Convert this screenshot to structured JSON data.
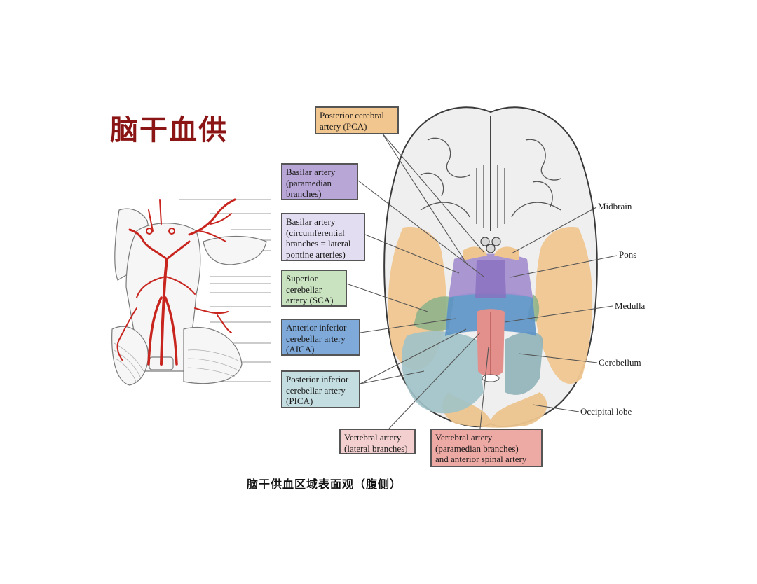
{
  "slide": {
    "title": "脑干血供",
    "caption": "脑干供血区域表面观（腹侧）"
  },
  "colors": {
    "title": "#8b1414",
    "pca": "#f2c68f",
    "basilar_paramedian": "#b8a6d6",
    "basilar_circumferential": "#e2ddf0",
    "sca": "#c9e2c0",
    "aica": "#7fa9d9",
    "pica": "#c4dde0",
    "vertebral_lateral": "#f4cfcf",
    "vertebral_paramedian": "#eda9a4"
  },
  "artery_labels": [
    {
      "id": "pca",
      "lines": [
        "Posterior cerebral",
        "artery (PCA)"
      ]
    },
    {
      "id": "basilar-paramedian",
      "lines": [
        "Basilar artery",
        "(paramedian",
        "branches)"
      ]
    },
    {
      "id": "basilar-circumferential",
      "lines": [
        "Basilar artery",
        "(circumferential",
        "branches = lateral",
        "pontine arteries)"
      ]
    },
    {
      "id": "sca",
      "lines": [
        "Superior",
        "cerebellar",
        "artery (SCA)"
      ]
    },
    {
      "id": "aica",
      "lines": [
        "Anterior inferior",
        "cerebellar artery",
        "(AICA)"
      ]
    },
    {
      "id": "pica",
      "lines": [
        "Posterior inferior",
        "cerebellar artery",
        "(PICA)"
      ]
    },
    {
      "id": "vertebral-lateral",
      "lines": [
        "Vertebral artery",
        "(lateral branches)"
      ]
    },
    {
      "id": "vertebral-paramedian",
      "lines": [
        "Vertebral artery",
        "(paramedian branches)",
        "and anterior spinal artery"
      ]
    }
  ],
  "structure_labels": {
    "midbrain": "Midbrain",
    "pons": "Pons",
    "medulla": "Medulla",
    "cerebellum": "Cerebellum",
    "occipital_lobe": "Occipital lobe"
  }
}
